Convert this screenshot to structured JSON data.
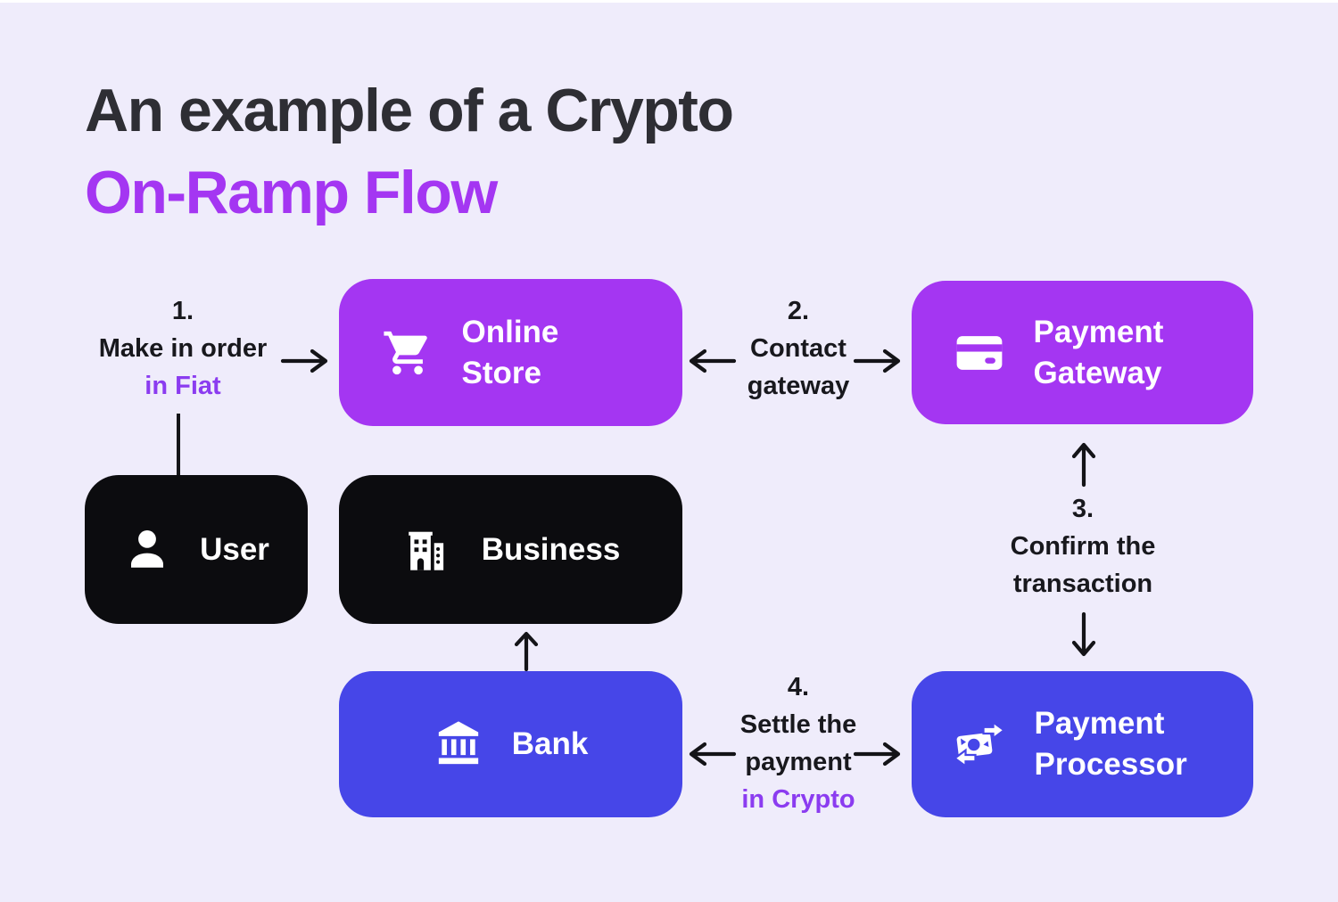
{
  "title": {
    "line1": "An example of a Crypto",
    "line2": "On-Ramp Flow"
  },
  "nodes": [
    {
      "id": "online-store",
      "label": "Online Store",
      "icon": "shopping-cart-icon",
      "color": "#a436f2"
    },
    {
      "id": "payment-gateway",
      "label": "Payment Gateway",
      "icon": "credit-card-icon",
      "color": "#a436f2"
    },
    {
      "id": "user",
      "label": "User",
      "icon": "person-icon",
      "color": "#0c0c0f"
    },
    {
      "id": "business",
      "label": "Business",
      "icon": "building-icon",
      "color": "#0c0c0f"
    },
    {
      "id": "bank",
      "label": "Bank",
      "icon": "bank-icon",
      "color": "#4646e8"
    },
    {
      "id": "payment-processor",
      "label": "Payment Processor",
      "icon": "money-transfer-icon",
      "color": "#4646e8"
    }
  ],
  "steps": [
    {
      "number": "1.",
      "text": "Make in order",
      "highlight": "in Fiat"
    },
    {
      "number": "2.",
      "text": "Contact gateway"
    },
    {
      "number": "3.",
      "text": "Confirm the transaction"
    },
    {
      "number": "4.",
      "text": "Settle the payment",
      "highlight": "in Crypto"
    }
  ],
  "colors": {
    "background": "#efecfb",
    "purple_box": "#a436f2",
    "blue_box": "#4646e8",
    "black_box": "#0c0c0f",
    "title_dark": "#2e2e34",
    "title_accent": "#a436f2",
    "step_text": "#18181d",
    "step_highlight": "#8b3cf0",
    "arrow": "#141418",
    "box_text": "#ffffff"
  }
}
